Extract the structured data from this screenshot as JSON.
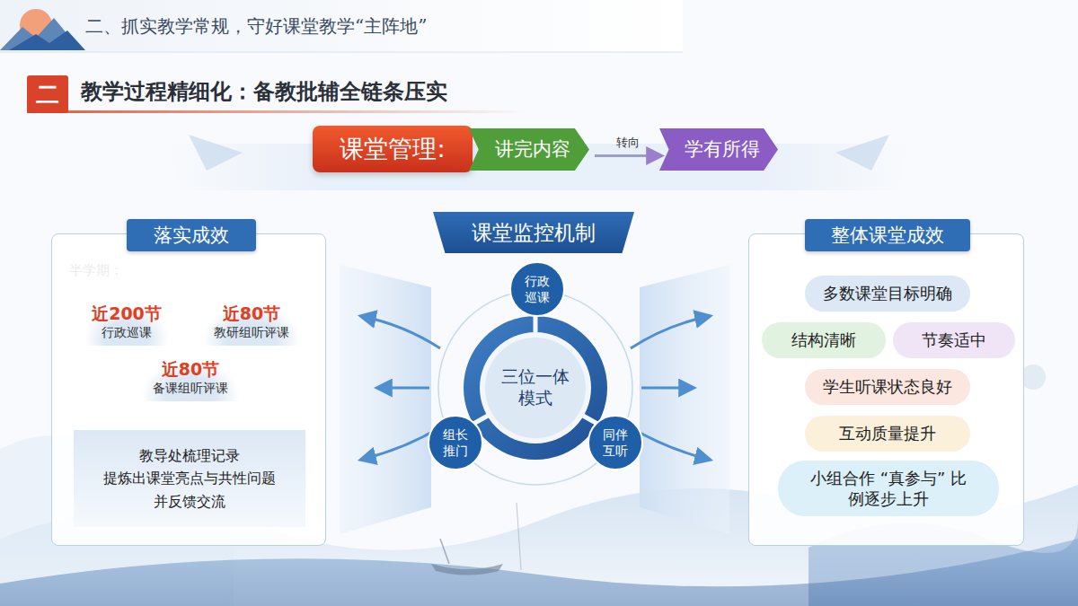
{
  "diagram": {
    "title": "二、抓实教学常规，守好课堂教学“主阵地”",
    "nodes": [
      {
        "text": [
          "二"
        ]
      },
      {
        "text": [
          "课堂管理:"
        ]
      },
      {
        "text": [
          "讲完内容"
        ]
      },
      {
        "text": [
          "学有所得"
        ]
      },
      {
        "text": [
          "落实成效"
        ]
      },
      {
        "text": [
          "近200节",
          "行政巡课"
        ],
        "in": 4
      },
      {
        "text": [
          "近80节",
          "教研组听评课"
        ],
        "in": 4
      },
      {
        "text": [
          "近80节",
          "备课组听评课"
        ],
        "in": 4
      },
      {
        "text": [
          "教导处梳理记录",
          "提炼出课堂亮点与共性问题",
          "并反馈交流"
        ],
        "in": 4
      },
      {
        "text": [
          "课堂监控机制"
        ]
      },
      {
        "text": [
          "三位一体模式"
        ]
      },
      {
        "text": [
          "行政巡课"
        ]
      },
      {
        "text": [
          "组长推门"
        ]
      },
      {
        "text": [
          "同伴互听"
        ]
      },
      {
        "text": [
          "整体课堂成效"
        ]
      },
      {
        "text": [
          "多数课堂目标明确"
        ],
        "in": 14
      },
      {
        "text": [
          "结构清晰"
        ],
        "in": 14
      },
      {
        "text": [
          "节奏适中"
        ],
        "in": 14
      },
      {
        "text": [
          "学生听课状态良好"
        ],
        "in": 14
      },
      {
        "text": [
          "互动质量提升"
        ],
        "in": 14
      },
      {
        "text": [
          "小组合作 “真参与” 比例逐步上升"
        ],
        "in": 14
      }
    ],
    "edges": [
      {
        "from": 2,
        "to": 3,
        "label": "转向",
        "arrow": "to"
      }
    ],
    "labels": [
      "教学过程精细化：备教批辅全链条压实",
      "半学期："
    ]
  }
}
